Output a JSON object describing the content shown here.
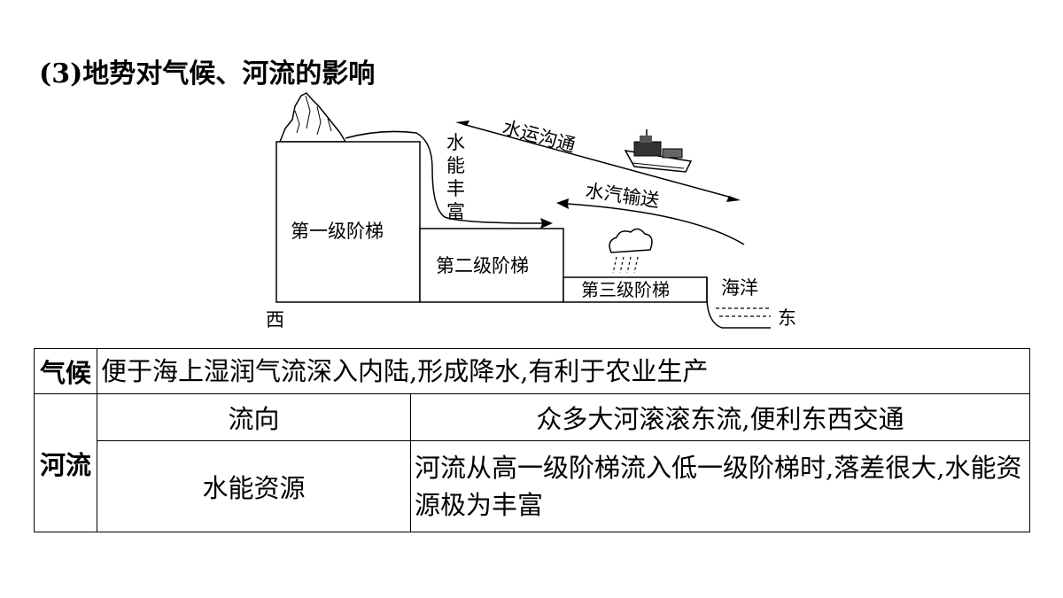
{
  "title": "(3)地势对气候、河流的影响",
  "diagram": {
    "steps": [
      "第一级阶梯",
      "第二级阶梯",
      "第三级阶梯"
    ],
    "hydro_label": [
      "水",
      "能",
      "丰",
      "富"
    ],
    "shipping_label": "水运沟通",
    "vapor_label": "水汽输送",
    "ocean_label": "海洋",
    "west_label": "西",
    "east_label": "东"
  },
  "table": {
    "climate": {
      "category": "气候",
      "text": "便于海上湿润气流深入内陆,形成降水,有利于农业生产"
    },
    "river": {
      "category": "河流",
      "rows": [
        {
          "aspect": "流向",
          "text": "众多大河滚滚东流,便利东西交通"
        },
        {
          "aspect": "水能资源",
          "text": "河流从高一级阶梯流入低一级阶梯时,落差很大,水能资源极为丰富"
        }
      ]
    }
  }
}
